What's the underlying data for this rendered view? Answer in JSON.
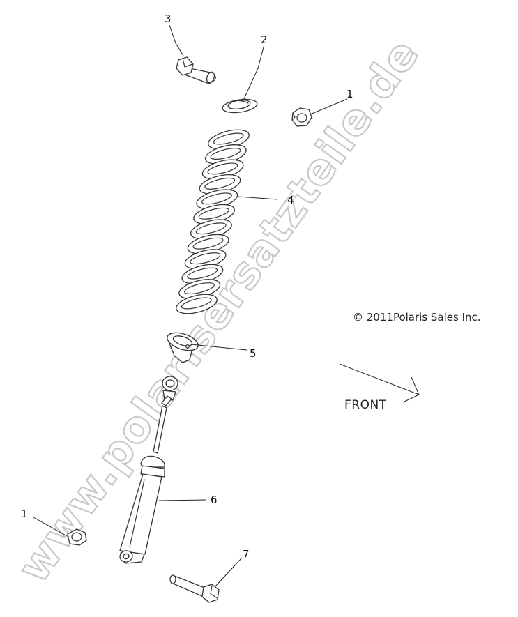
{
  "callouts": [
    "1",
    "2",
    "3",
    "4",
    "5",
    "6",
    "7",
    "1"
  ],
  "direction_label": "FRONT",
  "copyright": "© 2011Polaris Sales Inc.",
  "watermark": "www.polarisersatzteile.de",
  "colors": {
    "line": "#333333",
    "watermark_outline": "#c8c8c8",
    "background": "#ffffff"
  }
}
